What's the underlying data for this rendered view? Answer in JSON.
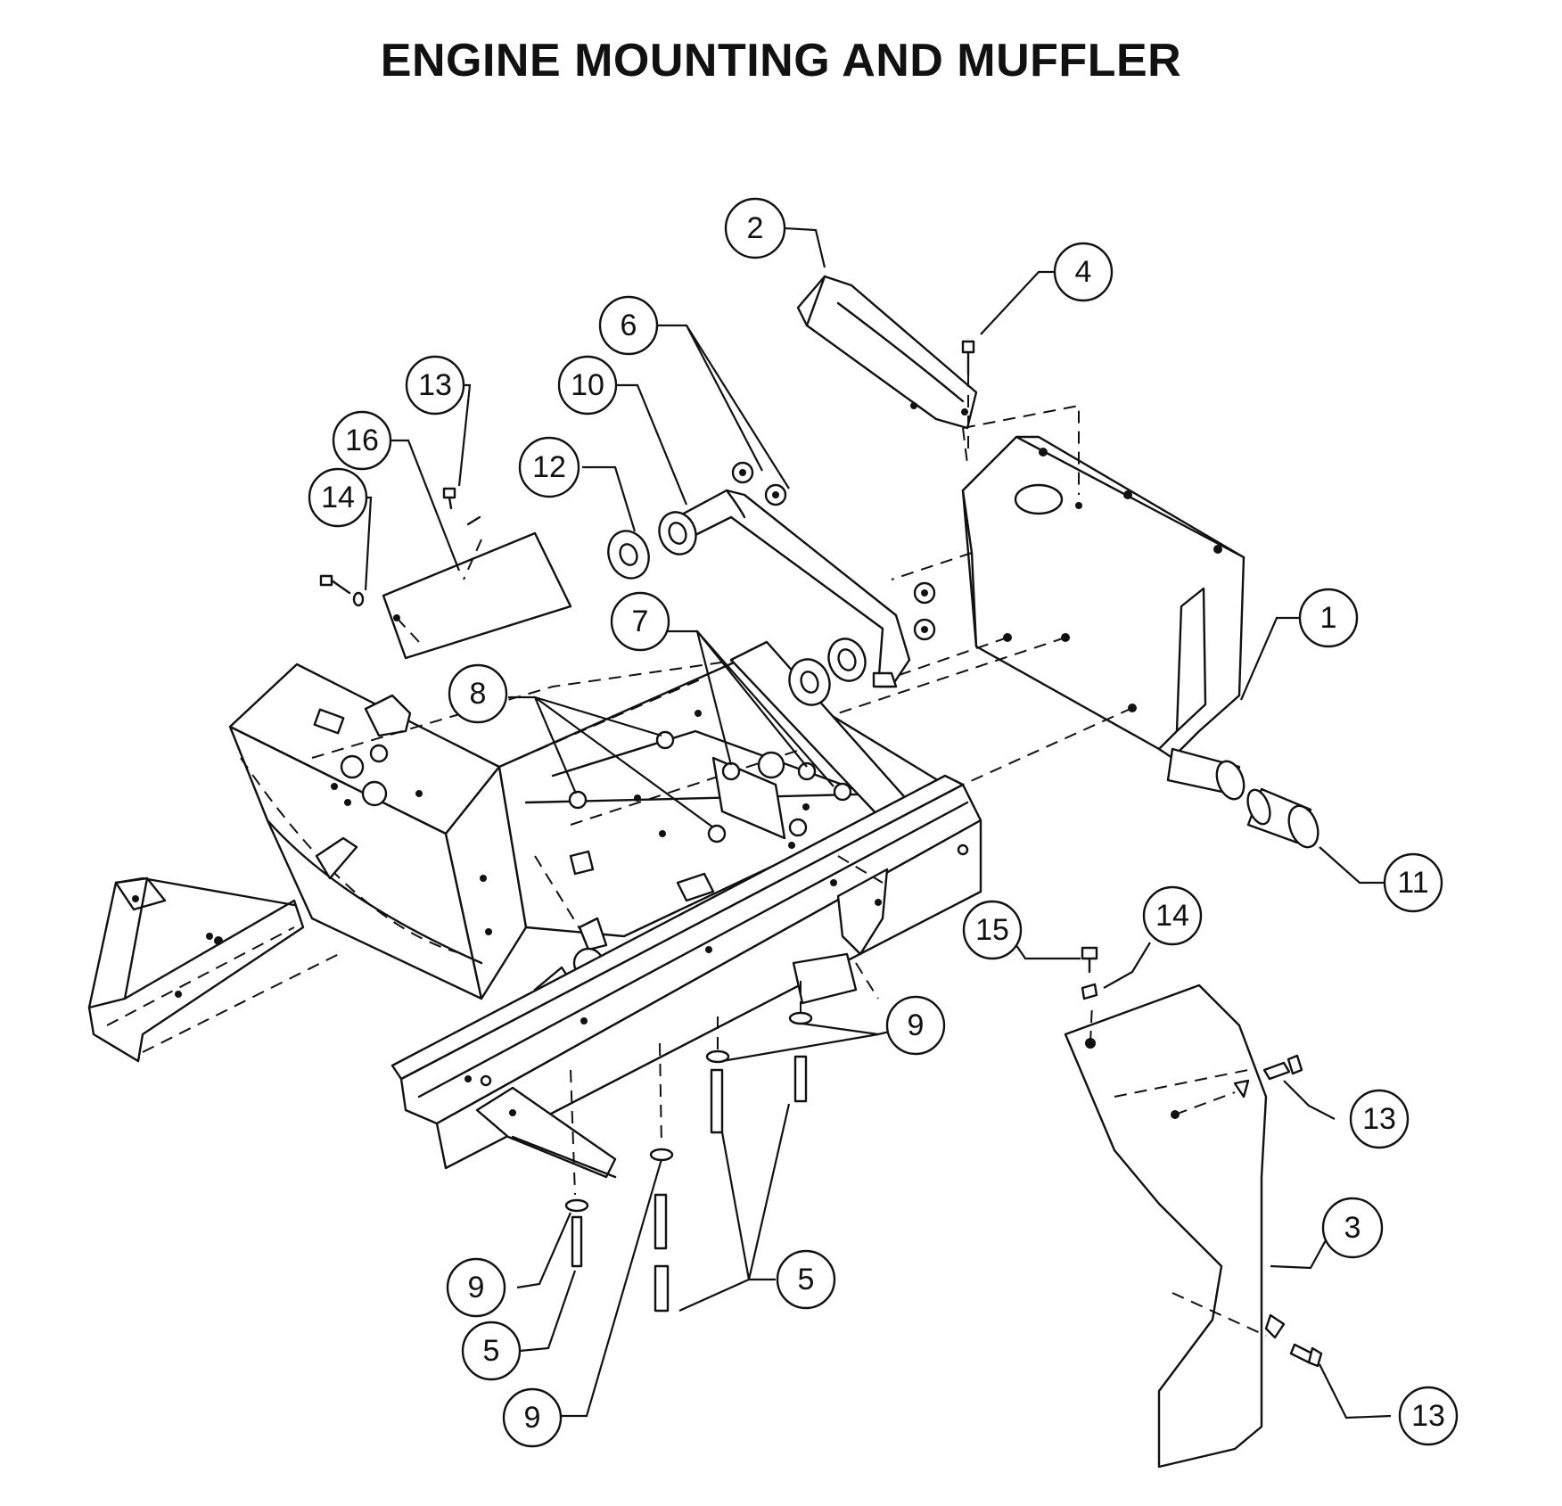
{
  "title": "ENGINE MOUNTING AND MUFFLER",
  "callouts": [
    {
      "id": "c1",
      "label": "1"
    },
    {
      "id": "c2",
      "label": "2"
    },
    {
      "id": "c3",
      "label": "3"
    },
    {
      "id": "c4",
      "label": "4"
    },
    {
      "id": "c5a",
      "label": "5"
    },
    {
      "id": "c5b",
      "label": "5"
    },
    {
      "id": "c6",
      "label": "6"
    },
    {
      "id": "c7",
      "label": "7"
    },
    {
      "id": "c8",
      "label": "8"
    },
    {
      "id": "c9a",
      "label": "9"
    },
    {
      "id": "c9b",
      "label": "9"
    },
    {
      "id": "c9c",
      "label": "9"
    },
    {
      "id": "c10",
      "label": "10"
    },
    {
      "id": "c11",
      "label": "11"
    },
    {
      "id": "c12",
      "label": "12"
    },
    {
      "id": "c13a",
      "label": "13"
    },
    {
      "id": "c13b",
      "label": "13"
    },
    {
      "id": "c13c",
      "label": "13"
    },
    {
      "id": "c14a",
      "label": "14"
    },
    {
      "id": "c14b",
      "label": "14"
    },
    {
      "id": "c15",
      "label": "15"
    },
    {
      "id": "c16",
      "label": "16"
    }
  ]
}
